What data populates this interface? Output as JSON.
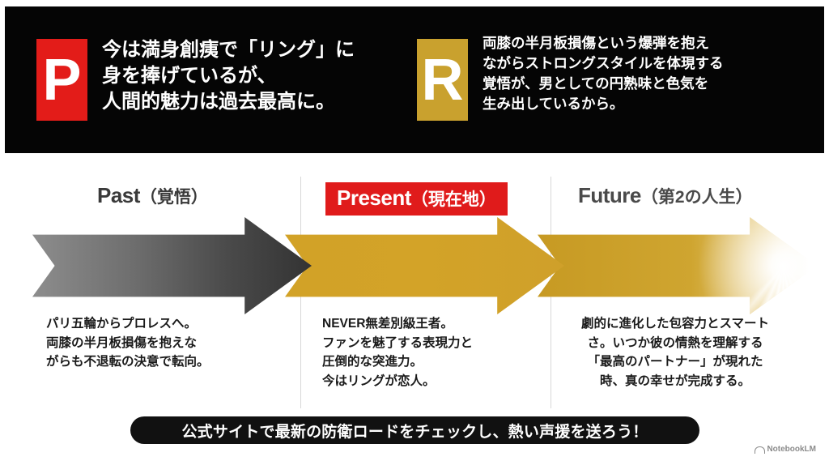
{
  "header": {
    "p_block": {
      "badge_letter": "P",
      "badge_color": "#E31C19",
      "text": "今は満身創痍で「リング」に\n身を捧げているが、\n人間的魅力は過去最高に。"
    },
    "r_block": {
      "badge_letter": "R",
      "badge_color": "#C9A12E",
      "text": "両膝の半月板損傷という爆弾を抱え\nながらストロングスタイルを体現する\n覚悟が、男としての円熟味と色気を\n生み出しているから。"
    }
  },
  "timeline": {
    "phases": [
      {
        "en_label": "Past",
        "jp_label": "（覚悟）",
        "highlight": false,
        "arrow_color": "#4A4A4A",
        "caption": "パリ五輪からプロレスへ。\n両膝の半月板損傷を抱えな\nがらも不退転の決意で転向。"
      },
      {
        "en_label": "Present",
        "jp_label": "（現在地）",
        "highlight": true,
        "highlight_color": "#E01B1B",
        "arrow_color": "#D2A227",
        "caption": "NEVER無差別級王者。\nファンを魅了する表現力と\n圧倒的な突進力。\n今はリングが恋人。"
      },
      {
        "en_label": "Future",
        "jp_label": "（第2の人生）",
        "highlight": false,
        "arrow_color": "#C79A23",
        "caption": "劇的に進化した包容力とスマート\nさ。いつか彼の情熱を理解する\n「最高のパートナー」が現れた\n時、真の幸せが完成する。"
      }
    ]
  },
  "cta": {
    "text": "公式サイトで最新の防衛ロードをチェックし、熱い声援を送ろう！",
    "background": "#111111"
  },
  "watermark": {
    "label": "NotebookLM",
    "icon": "notebooklm-icon"
  }
}
